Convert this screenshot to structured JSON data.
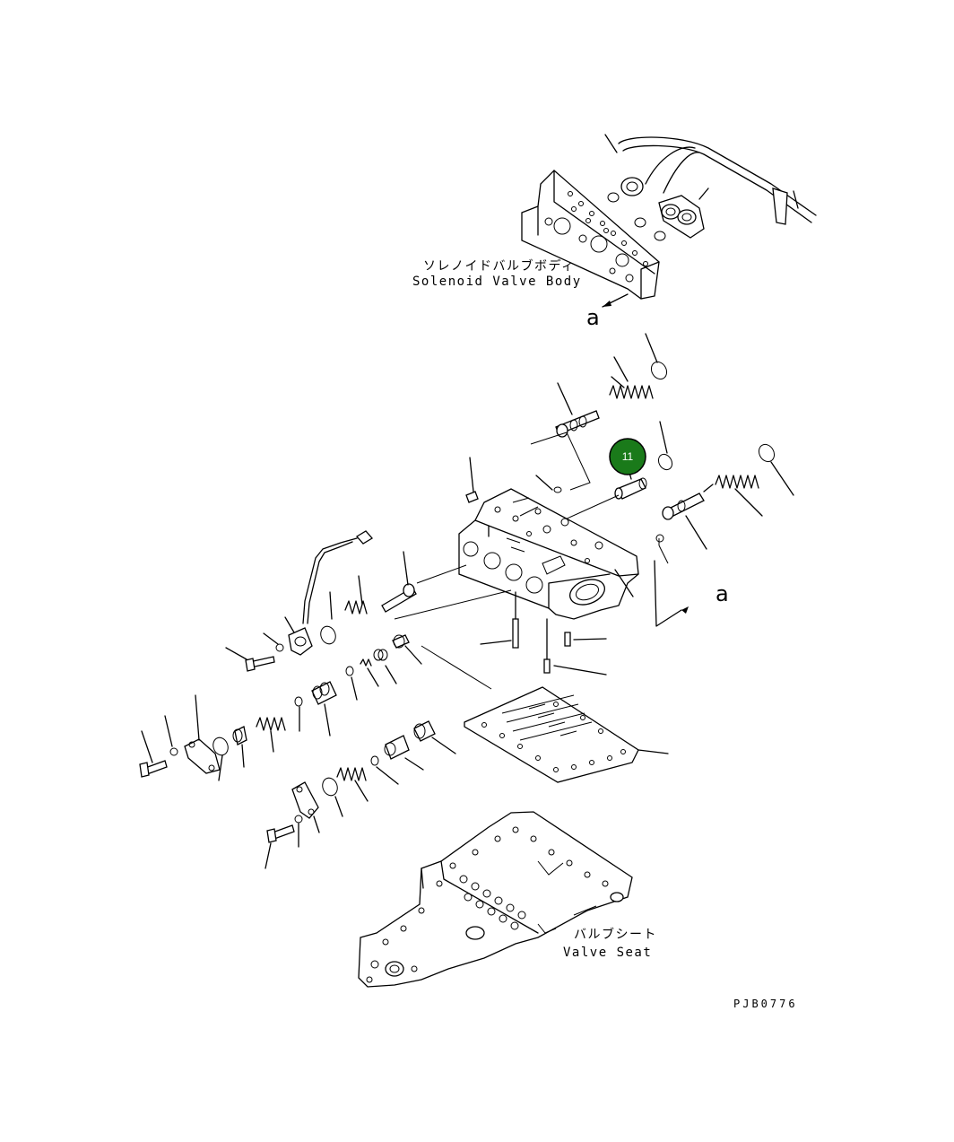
{
  "labels": {
    "solenoid_jp": "ソレノイドバルブボディ",
    "solenoid_en": "Solenoid Valve Body",
    "valve_seat_jp": "バルブシート",
    "valve_seat_en": "Valve Seat",
    "view_marker_top": "a",
    "view_marker_right": "a",
    "drawing_code": "PJB0776"
  },
  "callouts": [
    {
      "number": "11",
      "color": "#1a7a1a"
    }
  ]
}
